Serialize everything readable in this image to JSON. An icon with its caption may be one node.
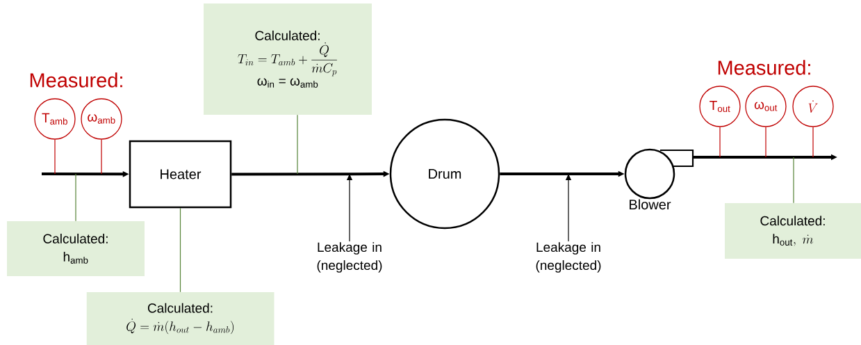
{
  "diagram": {
    "nodes": [
      {
        "text": [
          "Heater"
        ]
      },
      {
        "text": [
          "Drum"
        ]
      },
      {
        "text": [
          "Blower"
        ]
      },
      {
        "text": [
          "T$_{amb}$"
        ]
      },
      {
        "text": [
          "ω$_{amb}$"
        ]
      },
      {
        "text": [
          "T$_{out}$"
        ]
      },
      {
        "text": [
          "ω$_{out}$"
        ]
      },
      {
        "text": [
          "\\dot{V}"
        ]
      },
      {
        "text": [
          "Calculated:",
          "h$_{amb}$"
        ]
      },
      {
        "text": [
          "Calculated:",
          "\\dot{Q} = \\dot{m}(h_{out} - h_{amb})"
        ]
      },
      {
        "text": [
          "Calculated:",
          "T_{in} = T_{amb} + \\frac{\\dot{Q}}{\\dot{m}C_p}",
          "ω$_{in}$ = ω$_{amb}$"
        ]
      },
      {
        "text": [
          "Calculated:",
          "\\text{h}_{\\text{out}},\\ \\dot{m}"
        ]
      },
      {
        "text": [
          "Leakage in (neglected)"
        ]
      },
      {
        "text": [
          "Leakage in (neglected)"
        ]
      }
    ],
    "edges": [
      {
        "from": null,
        "to": 0,
        "arrow": "to",
        "style": "thick"
      },
      {
        "from": 0,
        "to": 1,
        "arrow": "to",
        "style": "thick"
      },
      {
        "from": 1,
        "to": 2,
        "arrow": "to",
        "style": "thick"
      },
      {
        "from": 2,
        "to": null,
        "arrow": "to",
        "style": "thick"
      },
      {
        "from": 3,
        "to": null,
        "arrow": "none",
        "color": "#c00000"
      },
      {
        "from": 4,
        "to": null,
        "arrow": "none",
        "color": "#c00000"
      },
      {
        "from": 5,
        "to": null,
        "arrow": "none",
        "color": "#c00000"
      },
      {
        "from": 6,
        "to": null,
        "arrow": "none",
        "color": "#c00000"
      },
      {
        "from": 7,
        "to": null,
        "arrow": "none",
        "color": "#c00000"
      },
      {
        "from": 8,
        "to": null,
        "arrow": "none",
        "color": "#548235"
      },
      {
        "from": 9,
        "to": 0,
        "arrow": "none",
        "color": "#548235"
      },
      {
        "from": 10,
        "to": null,
        "arrow": "none",
        "color": "#548235"
      },
      {
        "from": 11,
        "to": null,
        "arrow": "none",
        "color": "#548235"
      },
      {
        "from": 12,
        "to": null,
        "arrow": "to"
      },
      {
        "from": 13,
        "to": null,
        "arrow": "to"
      }
    ],
    "labels": [
      "Measured:",
      "Measured:"
    ]
  }
}
